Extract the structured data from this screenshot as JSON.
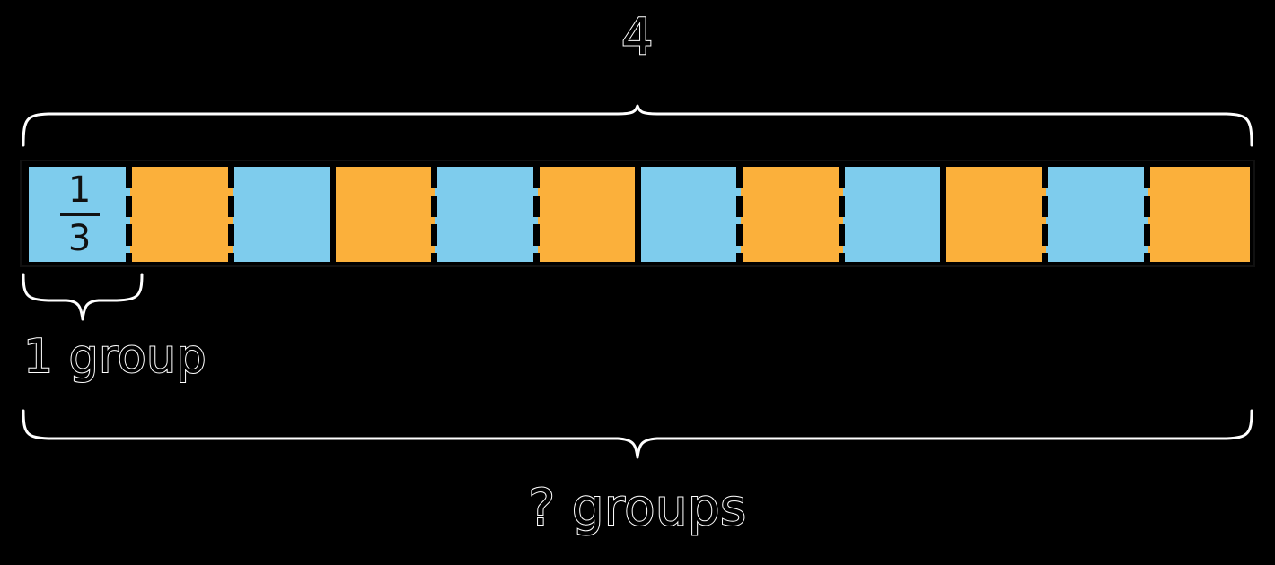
{
  "diagram": {
    "type": "tape-diagram",
    "concept": "division of a whole number by a unit fraction",
    "background_color": "#000000",
    "segment_colors": {
      "blue": "#7ecced",
      "orange": "#fbb03b"
    },
    "outline_text_color": "#ffffff"
  },
  "labels": {
    "top_total": "4",
    "one_group": "1 group",
    "question_groups": "? groups"
  },
  "unit_fraction": {
    "numerator": "1",
    "denominator": "3"
  },
  "bar": {
    "total_segments": 12,
    "segments_per_whole": 3,
    "wholes": 4,
    "segments": [
      {
        "index": 1,
        "color": "blue",
        "left_divider": "none",
        "label": "1/3"
      },
      {
        "index": 2,
        "color": "orange",
        "left_divider": "dashed",
        "label": ""
      },
      {
        "index": 3,
        "color": "blue",
        "left_divider": "dashed",
        "label": ""
      },
      {
        "index": 4,
        "color": "orange",
        "left_divider": "solid",
        "label": ""
      },
      {
        "index": 5,
        "color": "blue",
        "left_divider": "dashed",
        "label": ""
      },
      {
        "index": 6,
        "color": "orange",
        "left_divider": "dashed",
        "label": ""
      },
      {
        "index": 7,
        "color": "blue",
        "left_divider": "solid",
        "label": ""
      },
      {
        "index": 8,
        "color": "orange",
        "left_divider": "dashed",
        "label": ""
      },
      {
        "index": 9,
        "color": "blue",
        "left_divider": "dashed",
        "label": ""
      },
      {
        "index": 10,
        "color": "orange",
        "left_divider": "solid",
        "label": ""
      },
      {
        "index": 11,
        "color": "blue",
        "left_divider": "dashed",
        "label": ""
      },
      {
        "index": 12,
        "color": "orange",
        "left_divider": "dashed",
        "label": ""
      }
    ]
  },
  "braces": {
    "top": {
      "span": "whole bar",
      "label": "4",
      "direction": "down"
    },
    "small": {
      "span": "first segment",
      "label": "1 group",
      "direction": "down"
    },
    "bottom": {
      "span": "whole bar",
      "label": "? groups",
      "direction": "down"
    }
  }
}
